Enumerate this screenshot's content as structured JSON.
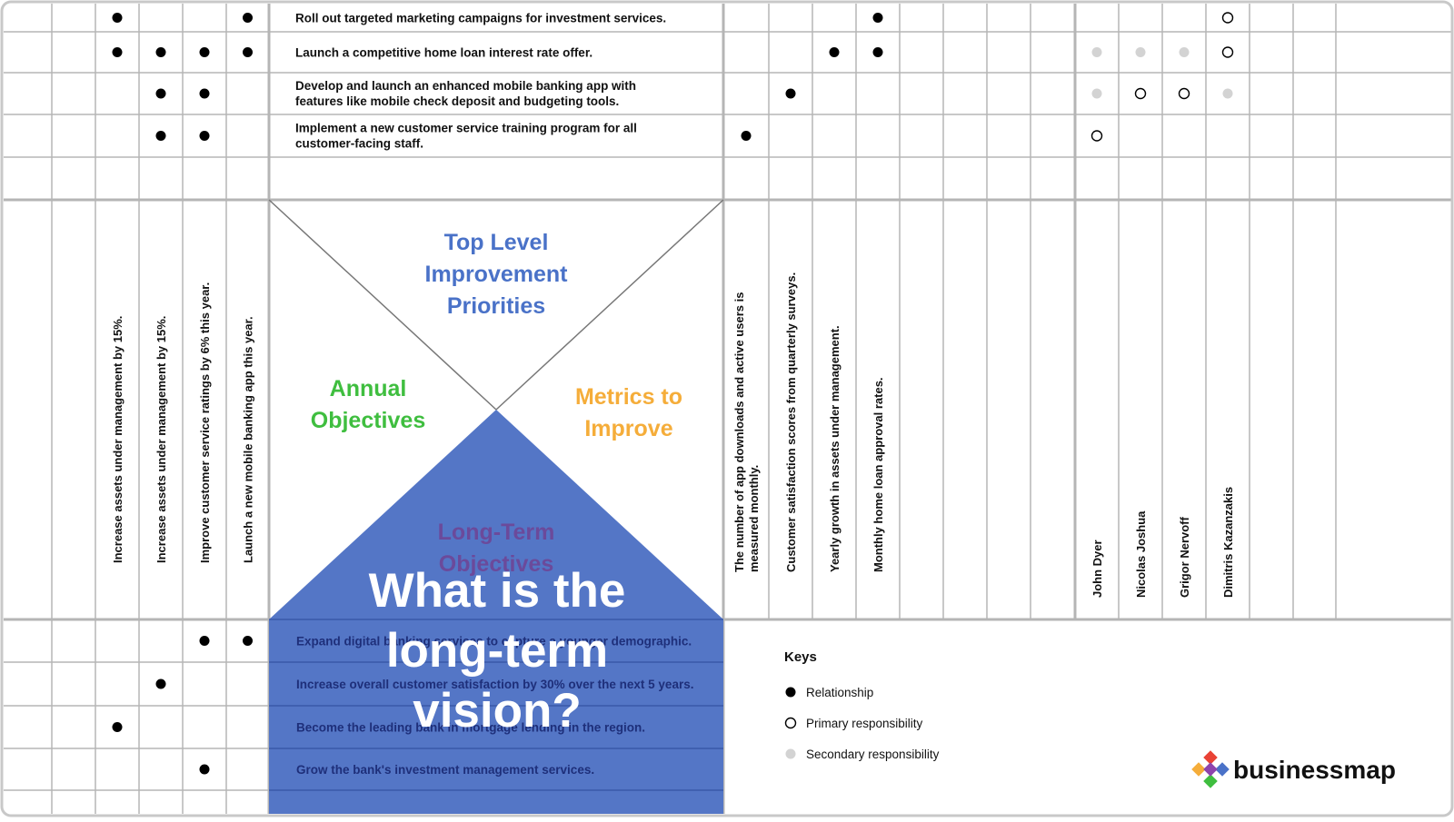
{
  "colors": {
    "grid": "#b5b5b5",
    "frame": "#c8c8c8",
    "blue_title": "#4a72c8",
    "green_title": "#3fbe3f",
    "orange_title": "#f5ad3a",
    "purple_title": "#6b4a9b",
    "triangle": "#5476c6",
    "triangle_text": "#1e2f7a",
    "dot": "#000000",
    "secondary_dot": "#d3d3d3"
  },
  "sections": {
    "top": [
      "Top Level",
      "Improvement",
      "Priorities"
    ],
    "left": [
      "Annual",
      "Objectives"
    ],
    "right": [
      "Metrics to",
      "Improve"
    ],
    "bottom": [
      "Long-Term",
      "Objectives"
    ],
    "question": [
      "What is the",
      "long-term",
      "vision?"
    ]
  },
  "priorities": [
    [
      "Roll out targeted marketing campaigns for investment services."
    ],
    [
      "Launch a competitive home loan interest rate offer."
    ],
    [
      "Develop and launch an enhanced mobile banking app with",
      "features like mobile check deposit and budgeting tools."
    ],
    [
      "Implement a new customer service training program for all",
      "customer-facing staff."
    ]
  ],
  "annual_objectives": [
    [],
    [],
    [
      "Increase assets under management by 15%."
    ],
    [
      "Increase assets under management by 15%."
    ],
    [
      "Improve customer service ratings by 6% this year."
    ],
    [
      "Launch a new mobile banking app this year."
    ]
  ],
  "metrics": [
    [
      "The number of app downloads and active users is",
      "measured monthly."
    ],
    [
      "Customer satisfaction scores from quarterly surveys."
    ],
    [
      "Yearly growth in assets under management."
    ],
    [
      "Monthly home loan approval rates."
    ],
    [],
    [],
    [],
    []
  ],
  "people": [
    [
      "John Dyer"
    ],
    [
      "Nicolas Joshua"
    ],
    [
      "Grigor Nervoff"
    ],
    [
      "Dimitris Kazanzakis"
    ],
    [],
    []
  ],
  "long_term": [
    "Expand digital banking services to capture a younger demographic.",
    "Increase overall customer satisfaction by 30% over the next 5 years.",
    "Become the leading bank in mortgage lending in the region.",
    "Grow the bank's investment management services."
  ],
  "keys": {
    "title": "Keys",
    "items": [
      {
        "type": "filled",
        "label": "Relationship"
      },
      {
        "type": "open",
        "label": "Primary responsibility"
      },
      {
        "type": "secondary",
        "label": "Secondary responsibility"
      }
    ]
  },
  "brand": {
    "name": "businessmap",
    "logo_colors": [
      "#e94235",
      "#f5ad3a",
      "#3fbe3f",
      "#4a72c8",
      "#8e44ad"
    ]
  },
  "matrix": {
    "priority_objective_links": [
      [
        0,
        2
      ],
      [
        0,
        5
      ],
      [
        1,
        2
      ],
      [
        1,
        3
      ],
      [
        1,
        4
      ],
      [
        1,
        5
      ],
      [
        2,
        3
      ],
      [
        2,
        4
      ],
      [
        3,
        3
      ],
      [
        3,
        4
      ]
    ],
    "priority_metric_links": [
      [
        0,
        3
      ],
      [
        1,
        2
      ],
      [
        1,
        3
      ],
      [
        2,
        1
      ],
      [
        3,
        0
      ]
    ],
    "priority_people": [
      [
        0,
        3,
        "open"
      ],
      [
        1,
        0,
        "secondary"
      ],
      [
        1,
        1,
        "secondary"
      ],
      [
        1,
        2,
        "secondary"
      ],
      [
        1,
        3,
        "open"
      ],
      [
        2,
        0,
        "secondary"
      ],
      [
        2,
        1,
        "open"
      ],
      [
        2,
        2,
        "open"
      ],
      [
        2,
        3,
        "secondary"
      ],
      [
        3,
        0,
        "open"
      ]
    ],
    "longterm_objective_links": [
      [
        0,
        4
      ],
      [
        0,
        5
      ],
      [
        1,
        3
      ],
      [
        2,
        2
      ],
      [
        3,
        4
      ]
    ]
  }
}
